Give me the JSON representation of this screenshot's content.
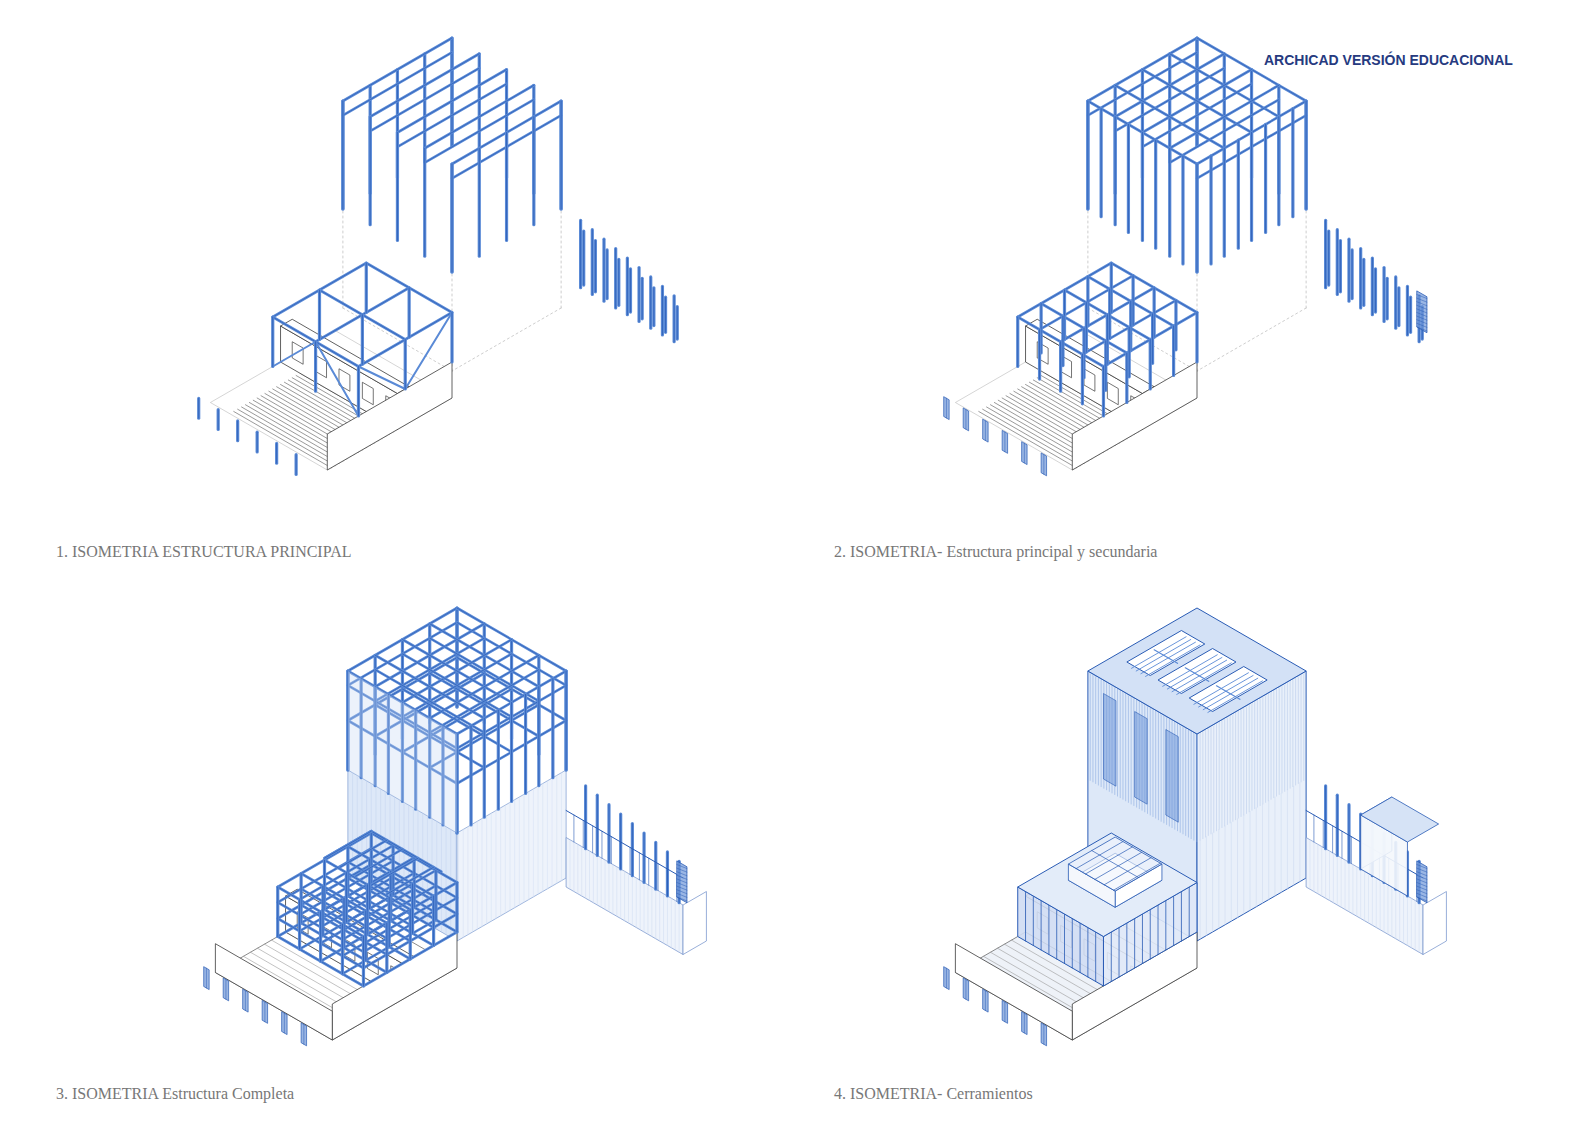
{
  "diagram": {
    "labels": [
      "ARCHICAD VERSIÓN EDUCACIONAL",
      "1. ISOMETRIA ESTRUCTURA PRINCIPAL",
      "2. ISOMETRIA- Estructura principal y secundaria",
      "3. ISOMETRIA Estructura Completa",
      "4. ISOMETRIA- Cerramientos"
    ]
  }
}
